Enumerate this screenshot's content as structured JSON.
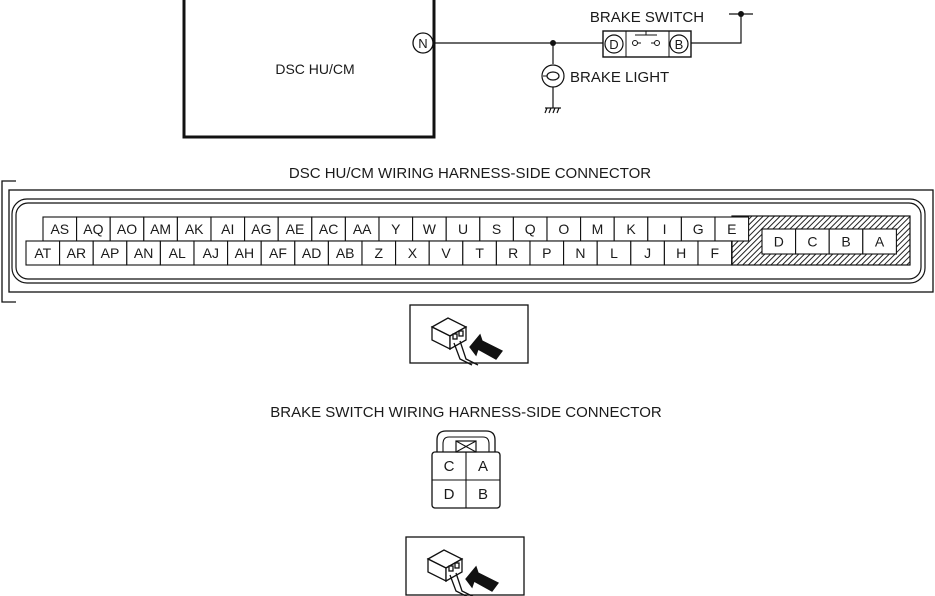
{
  "schematic": {
    "module_label": "DSC  HU/CM",
    "module_terminal": "N",
    "switch_label": "BRAKE SWITCH",
    "switch_terminal_left": "D",
    "switch_terminal_right": "B",
    "light_label": "BRAKE LIGHT"
  },
  "dsc_connector": {
    "title": "DSC HU/CM WIRING HARNESS-SIDE CONNECTOR",
    "top_row": [
      "AS",
      "AQ",
      "AO",
      "AM",
      "AK",
      "AI",
      "AG",
      "AE",
      "AC",
      "AA",
      "Y",
      "W",
      "U",
      "S",
      "Q",
      "O",
      "M",
      "K",
      "I",
      "G",
      "E"
    ],
    "bottom_row": [
      "AT",
      "AR",
      "AP",
      "AN",
      "AL",
      "AJ",
      "AH",
      "AF",
      "AD",
      "AB",
      "Z",
      "X",
      "V",
      "T",
      "R",
      "P",
      "N",
      "L",
      "J",
      "H",
      "F"
    ],
    "right_block": [
      "D",
      "C",
      "B",
      "A"
    ]
  },
  "brake_connector": {
    "title": "BRAKE SWITCH WIRING HARNESS-SIDE CONNECTOR",
    "pins": [
      [
        "C",
        "A"
      ],
      [
        "D",
        "B"
      ]
    ]
  },
  "icons": {
    "view_direction_1": "harness-side-view-icon",
    "view_direction_2": "harness-side-view-icon"
  }
}
